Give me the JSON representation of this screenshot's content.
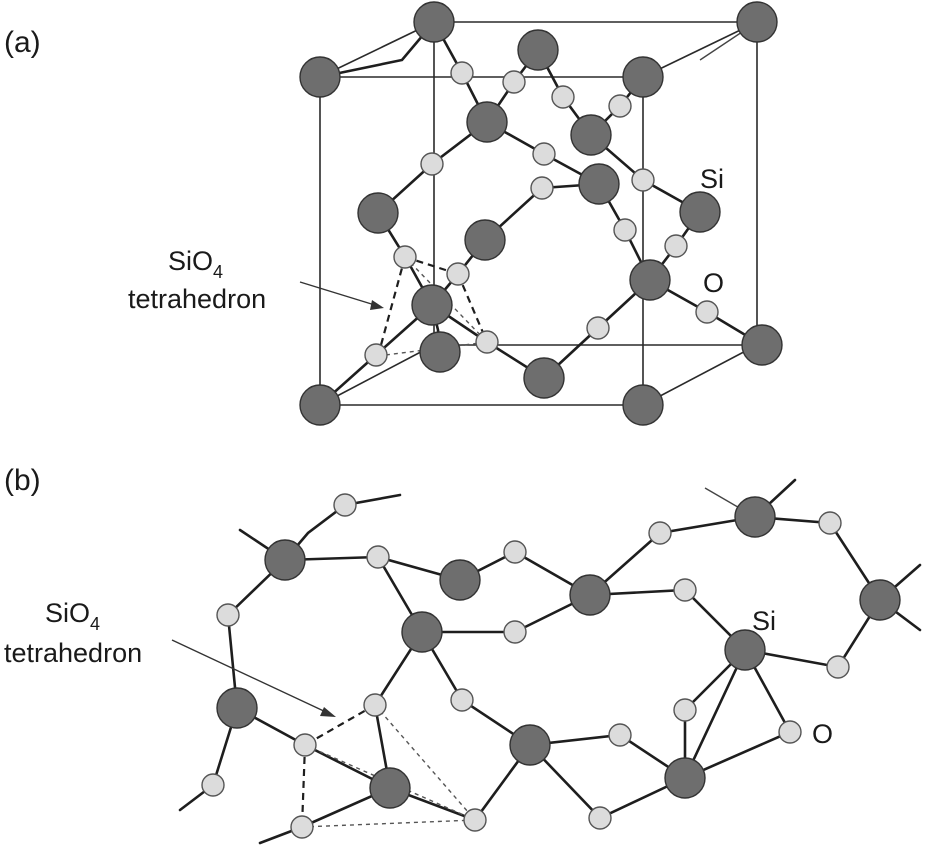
{
  "panels": [
    {
      "id": "a",
      "panel_label": "(a)",
      "tetra_label": {
        "main": "SiO",
        "sub": "4",
        "line2": "tetrahedron"
      },
      "atom_labels": {
        "si": "Si",
        "o": "O"
      }
    },
    {
      "id": "b",
      "panel_label": "(b)",
      "tetra_label": {
        "main": "SiO",
        "sub": "4",
        "line2": "tetrahedron"
      },
      "atom_labels": {
        "si": "Si",
        "o": "O"
      }
    }
  ],
  "colors": {
    "silicon": "#6e6e6e",
    "oxygen": "#dcdcdc",
    "bond": "#1e1e1e"
  }
}
